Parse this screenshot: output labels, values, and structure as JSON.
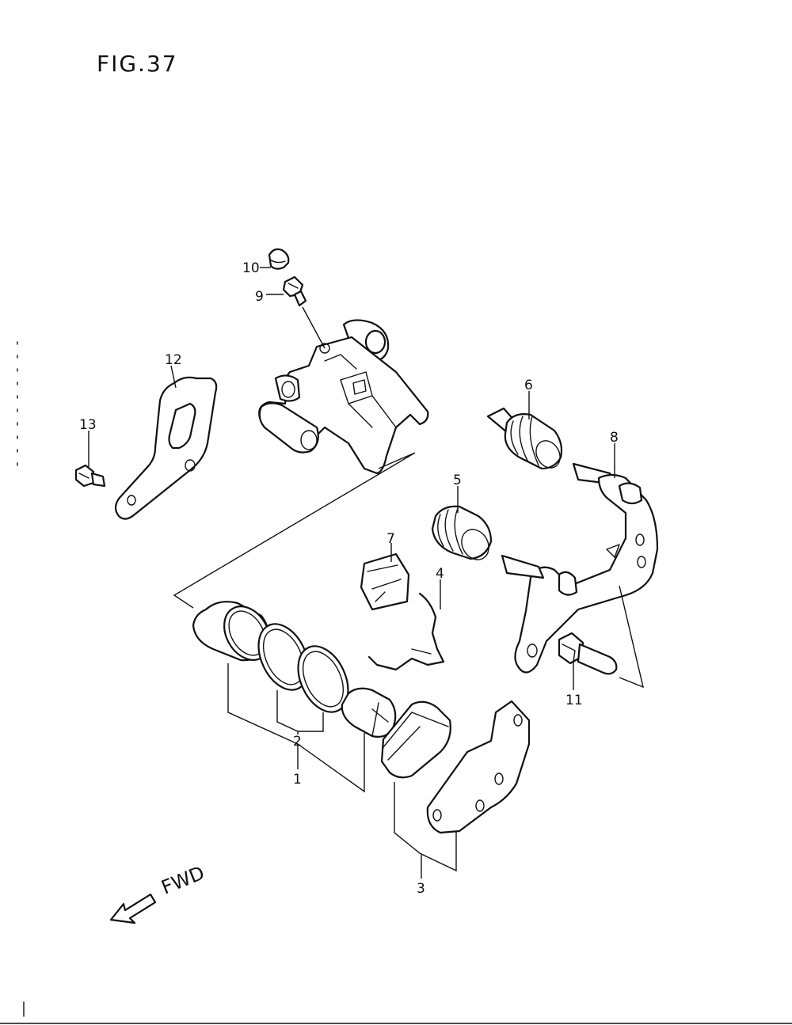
{
  "figure": {
    "title": "FIG.37",
    "direction_label": "FWD"
  },
  "callouts": [
    {
      "id": "1",
      "label": "1"
    },
    {
      "id": "2",
      "label": "2"
    },
    {
      "id": "3",
      "label": "3"
    },
    {
      "id": "4",
      "label": "4"
    },
    {
      "id": "5",
      "label": "5"
    },
    {
      "id": "6",
      "label": "6"
    },
    {
      "id": "7",
      "label": "7"
    },
    {
      "id": "8",
      "label": "8"
    },
    {
      "id": "9",
      "label": "9"
    },
    {
      "id": "10",
      "label": "10"
    },
    {
      "id": "11",
      "label": "11"
    },
    {
      "id": "12",
      "label": "12"
    },
    {
      "id": "13",
      "label": "13"
    }
  ]
}
